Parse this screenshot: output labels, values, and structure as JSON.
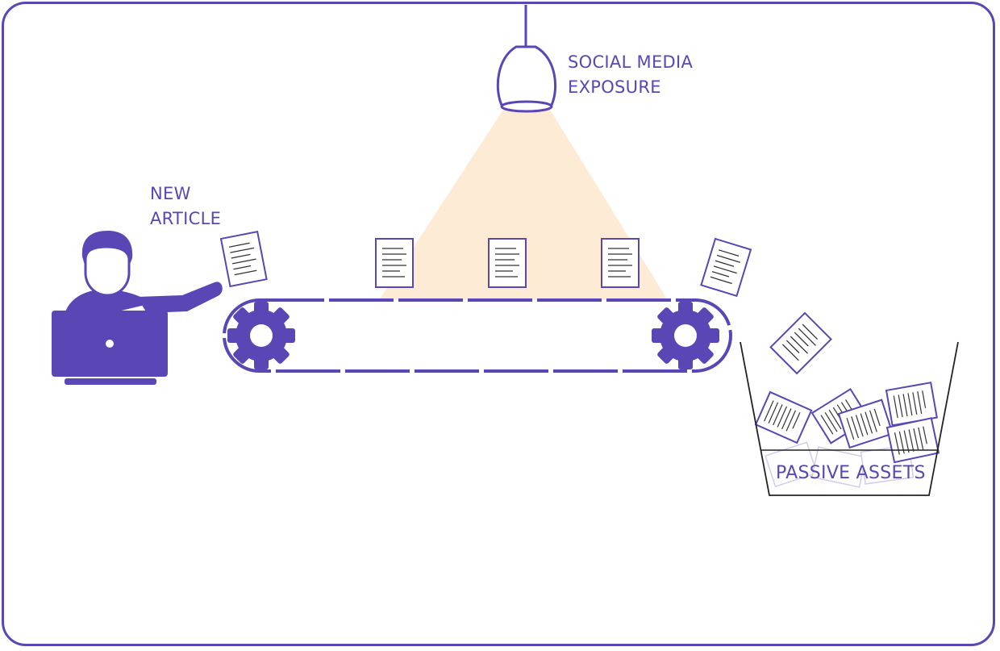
{
  "labels": {
    "lamp": [
      "SOCIAL MEDIA",
      "EXPOSURE"
    ],
    "author": [
      "NEW",
      "ARTICLE"
    ],
    "bin": "PASSIVE ASSETS"
  },
  "colors": {
    "primary": "#5a46b4",
    "light_beam": "#fdebd5",
    "background": "#ffffff"
  },
  "icons": [
    "author-at-laptop-icon",
    "pendant-lamp-icon",
    "gear-icon",
    "document-icon",
    "bin-icon"
  ]
}
